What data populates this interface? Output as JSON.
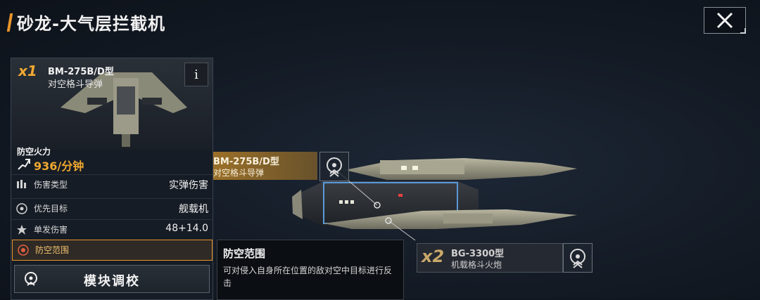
{
  "header": {
    "title": "砂龙-大气层拦截机"
  },
  "close_icon": "close-icon",
  "card": {
    "quantity": "x1",
    "name": "BM-275B/D型",
    "subtitle": "对空格斗导弹",
    "info_label": "i",
    "firepower_label": "防空火力",
    "firepower_value": "936/分钟",
    "stats": [
      {
        "label": "伤害类型",
        "value": "实弹伤害",
        "icon": "damage-type-icon"
      },
      {
        "label": "优先目标",
        "value": "舰载机",
        "icon": "target-priority-icon"
      },
      {
        "label": "单发伤害",
        "value": "48+14.0",
        "icon": "single-damage-icon"
      },
      {
        "label": "防空范围",
        "value": "",
        "icon": "aa-range-icon"
      }
    ],
    "tune_button": "模块调校"
  },
  "callouts": {
    "a": {
      "name": "BM-275B/D型",
      "subtitle": "对空格斗导弹"
    },
    "b": {
      "quantity": "x2",
      "name": "BG-3300型",
      "subtitle": "机载格斗火炮"
    }
  },
  "tooltip": {
    "title": "防空范围",
    "description": "可对侵入自身所在位置的敌对空中目标进行反击"
  },
  "colors": {
    "accent": "#e8942a",
    "qty": "#f0a830"
  }
}
